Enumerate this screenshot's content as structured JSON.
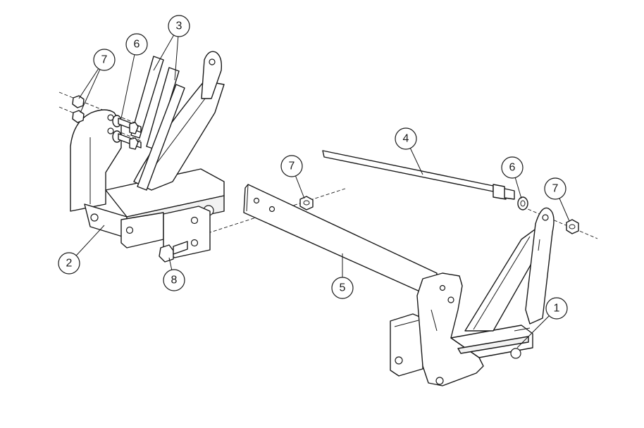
{
  "callouts": {
    "c1": "1",
    "c2": "2",
    "c3": "3",
    "c4": "4",
    "c5": "5",
    "c6_left": "6",
    "c6_right": "6",
    "c7_left": "7",
    "c7_center": "7",
    "c7_right": "7",
    "c8": "8"
  }
}
